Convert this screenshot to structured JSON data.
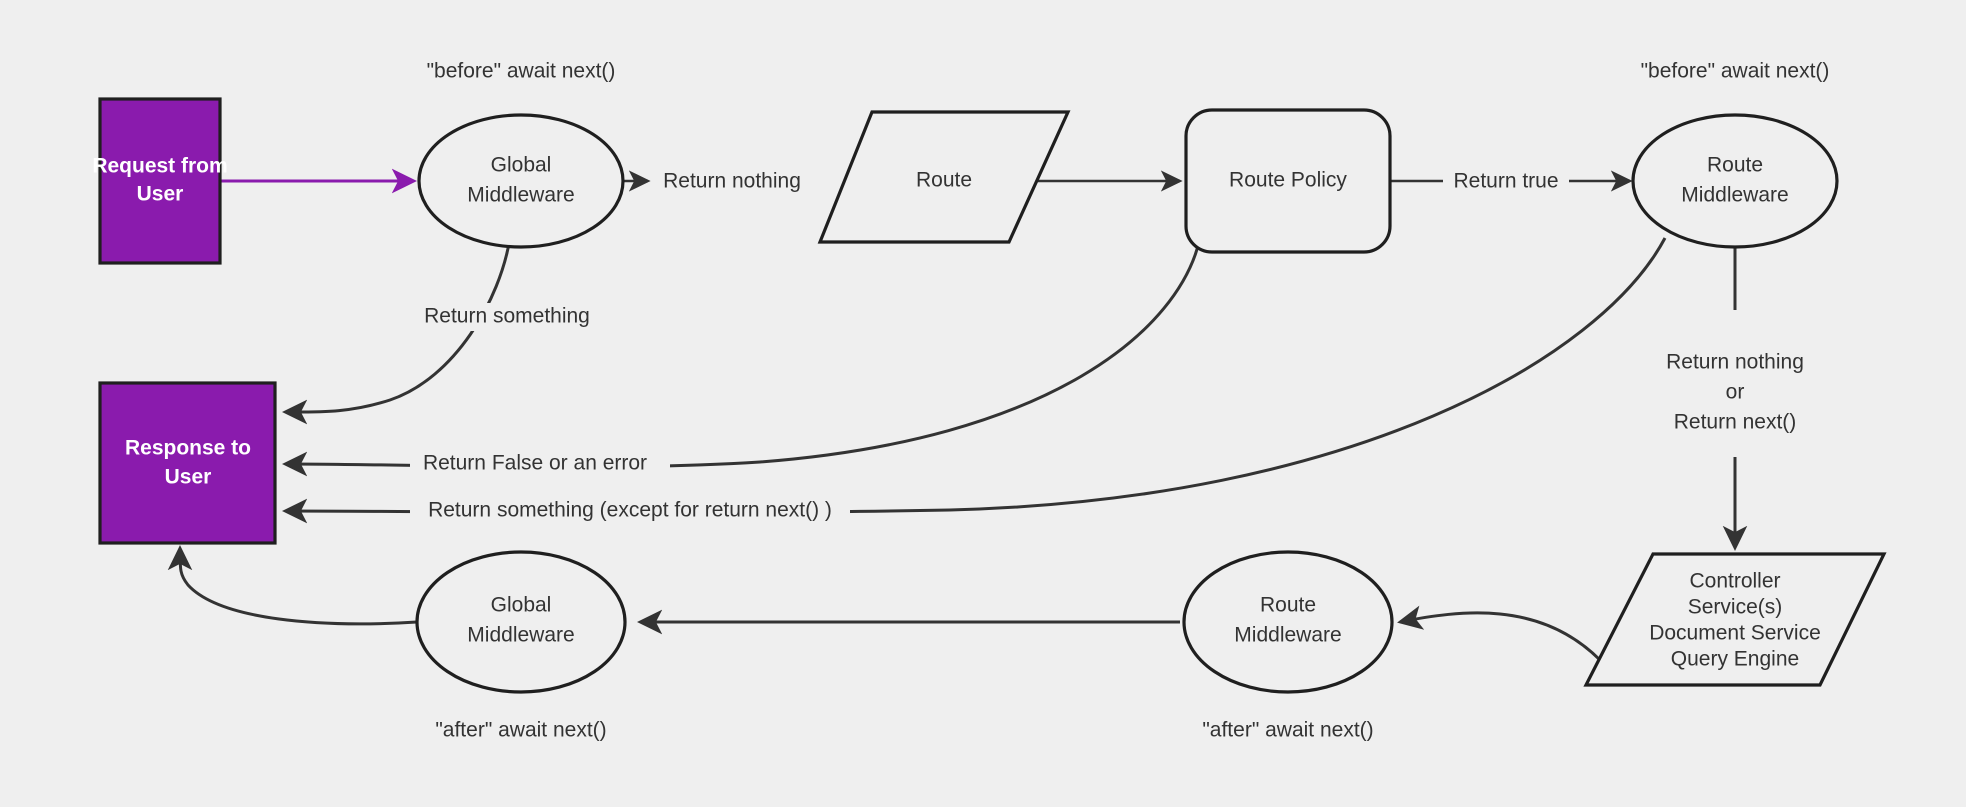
{
  "diagram": {
    "title": "Request lifecycle middleware flow",
    "background_color": "#efefef",
    "accent_color": "#8A1BAD",
    "line_color": "#333333",
    "nodes": {
      "request_from_user": {
        "line1": "Request from",
        "line2": "User"
      },
      "global_middleware_before": {
        "line1": "Global",
        "line2": "Middleware"
      },
      "route": {
        "line1": "Route"
      },
      "route_policy": {
        "line1": "Route Policy"
      },
      "route_middleware_before": {
        "line1": "Route",
        "line2": "Middleware"
      },
      "response_to_user": {
        "line1": "Response to",
        "line2": "User"
      },
      "global_middleware_after": {
        "line1": "Global",
        "line2": "Middleware"
      },
      "route_middleware_after": {
        "line1": "Route",
        "line2": "Middleware"
      },
      "controller": {
        "line1": "Controller",
        "line2": "Service(s)",
        "line3": "Document Service",
        "line4": "Query Engine"
      }
    },
    "annotations": {
      "before_await_next_global": "\"before\" await next()",
      "before_await_next_route": "\"before\" await next()",
      "after_await_next_global": "\"after\" await next()",
      "after_await_next_route": "\"after\" await next()"
    },
    "edge_labels": {
      "return_nothing": "Return nothing",
      "return_true": "Return true",
      "return_something": "Return something",
      "return_false_or_error": "Return False or an error",
      "return_something_except_next": "Return something (except for return next() )",
      "return_nothing_or_next_line1": "Return nothing",
      "return_nothing_or_next_line2": "or",
      "return_nothing_or_next_line3": "Return next()"
    }
  }
}
